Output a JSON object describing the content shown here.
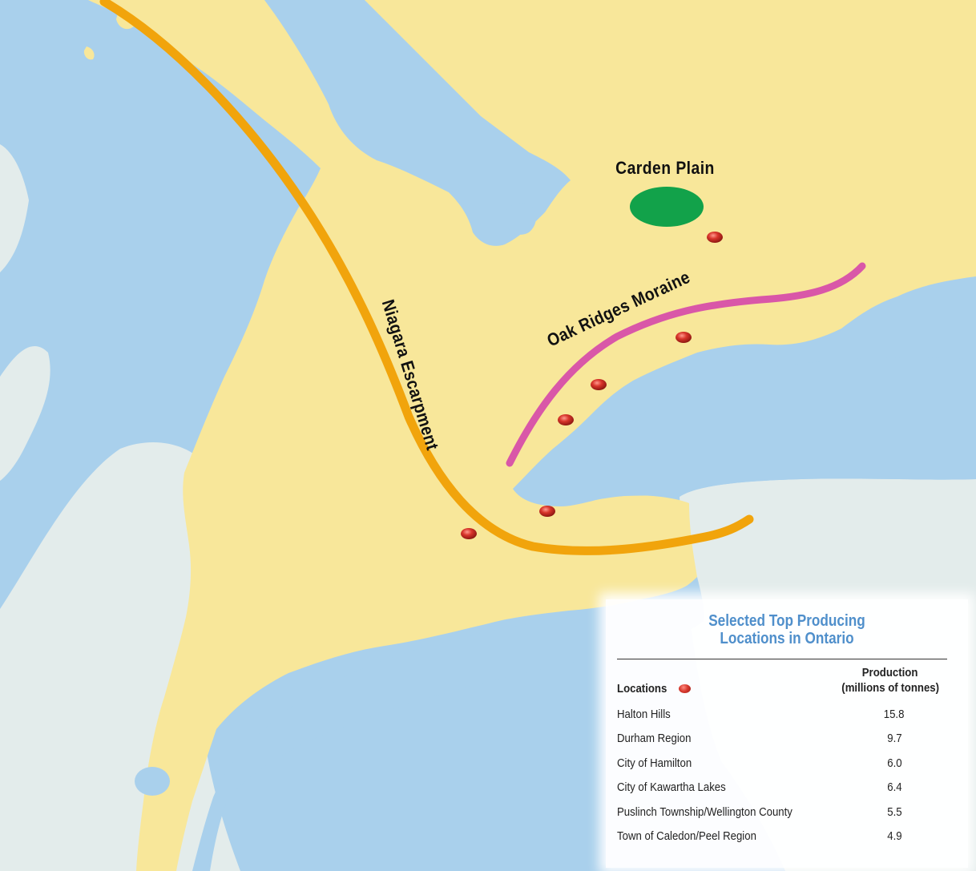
{
  "colors": {
    "water": "#a9d0ec",
    "land": "#f8e79a",
    "us_land": "#e3eceb",
    "escarpment": "#f1a40c",
    "moraine": "#d957a8",
    "carden_plain": "#12a24a",
    "site_marker": "#cc2a22",
    "legend_title": "#4f8fcb"
  },
  "map": {
    "labels": {
      "carden_plain": "Carden Plain",
      "oak_ridges_moraine": "Oak Ridges Moraine",
      "niagara_escarpment": "Niagara Escarpment"
    },
    "markers": [
      {
        "name": "site-marker-1"
      },
      {
        "name": "site-marker-2"
      },
      {
        "name": "site-marker-3"
      },
      {
        "name": "site-marker-4"
      },
      {
        "name": "site-marker-5"
      },
      {
        "name": "site-marker-6"
      }
    ]
  },
  "legend": {
    "title_line1": "Selected Top Producing",
    "title_line2": "Locations in Ontario",
    "col_locations": "Locations",
    "col_production_line1": "Production",
    "col_production_line2": "(millions of tonnes)",
    "rows": [
      {
        "location": "Halton Hills",
        "production": "15.8"
      },
      {
        "location": "Durham Region",
        "production": "9.7"
      },
      {
        "location": "City of Hamilton",
        "production": "6.0"
      },
      {
        "location": "City of Kawartha Lakes",
        "production": "6.4"
      },
      {
        "location": "Puslinch Township/Wellington County",
        "production": "5.5"
      },
      {
        "location": "Town of Caledon/Peel Region",
        "production": "4.9"
      }
    ]
  }
}
